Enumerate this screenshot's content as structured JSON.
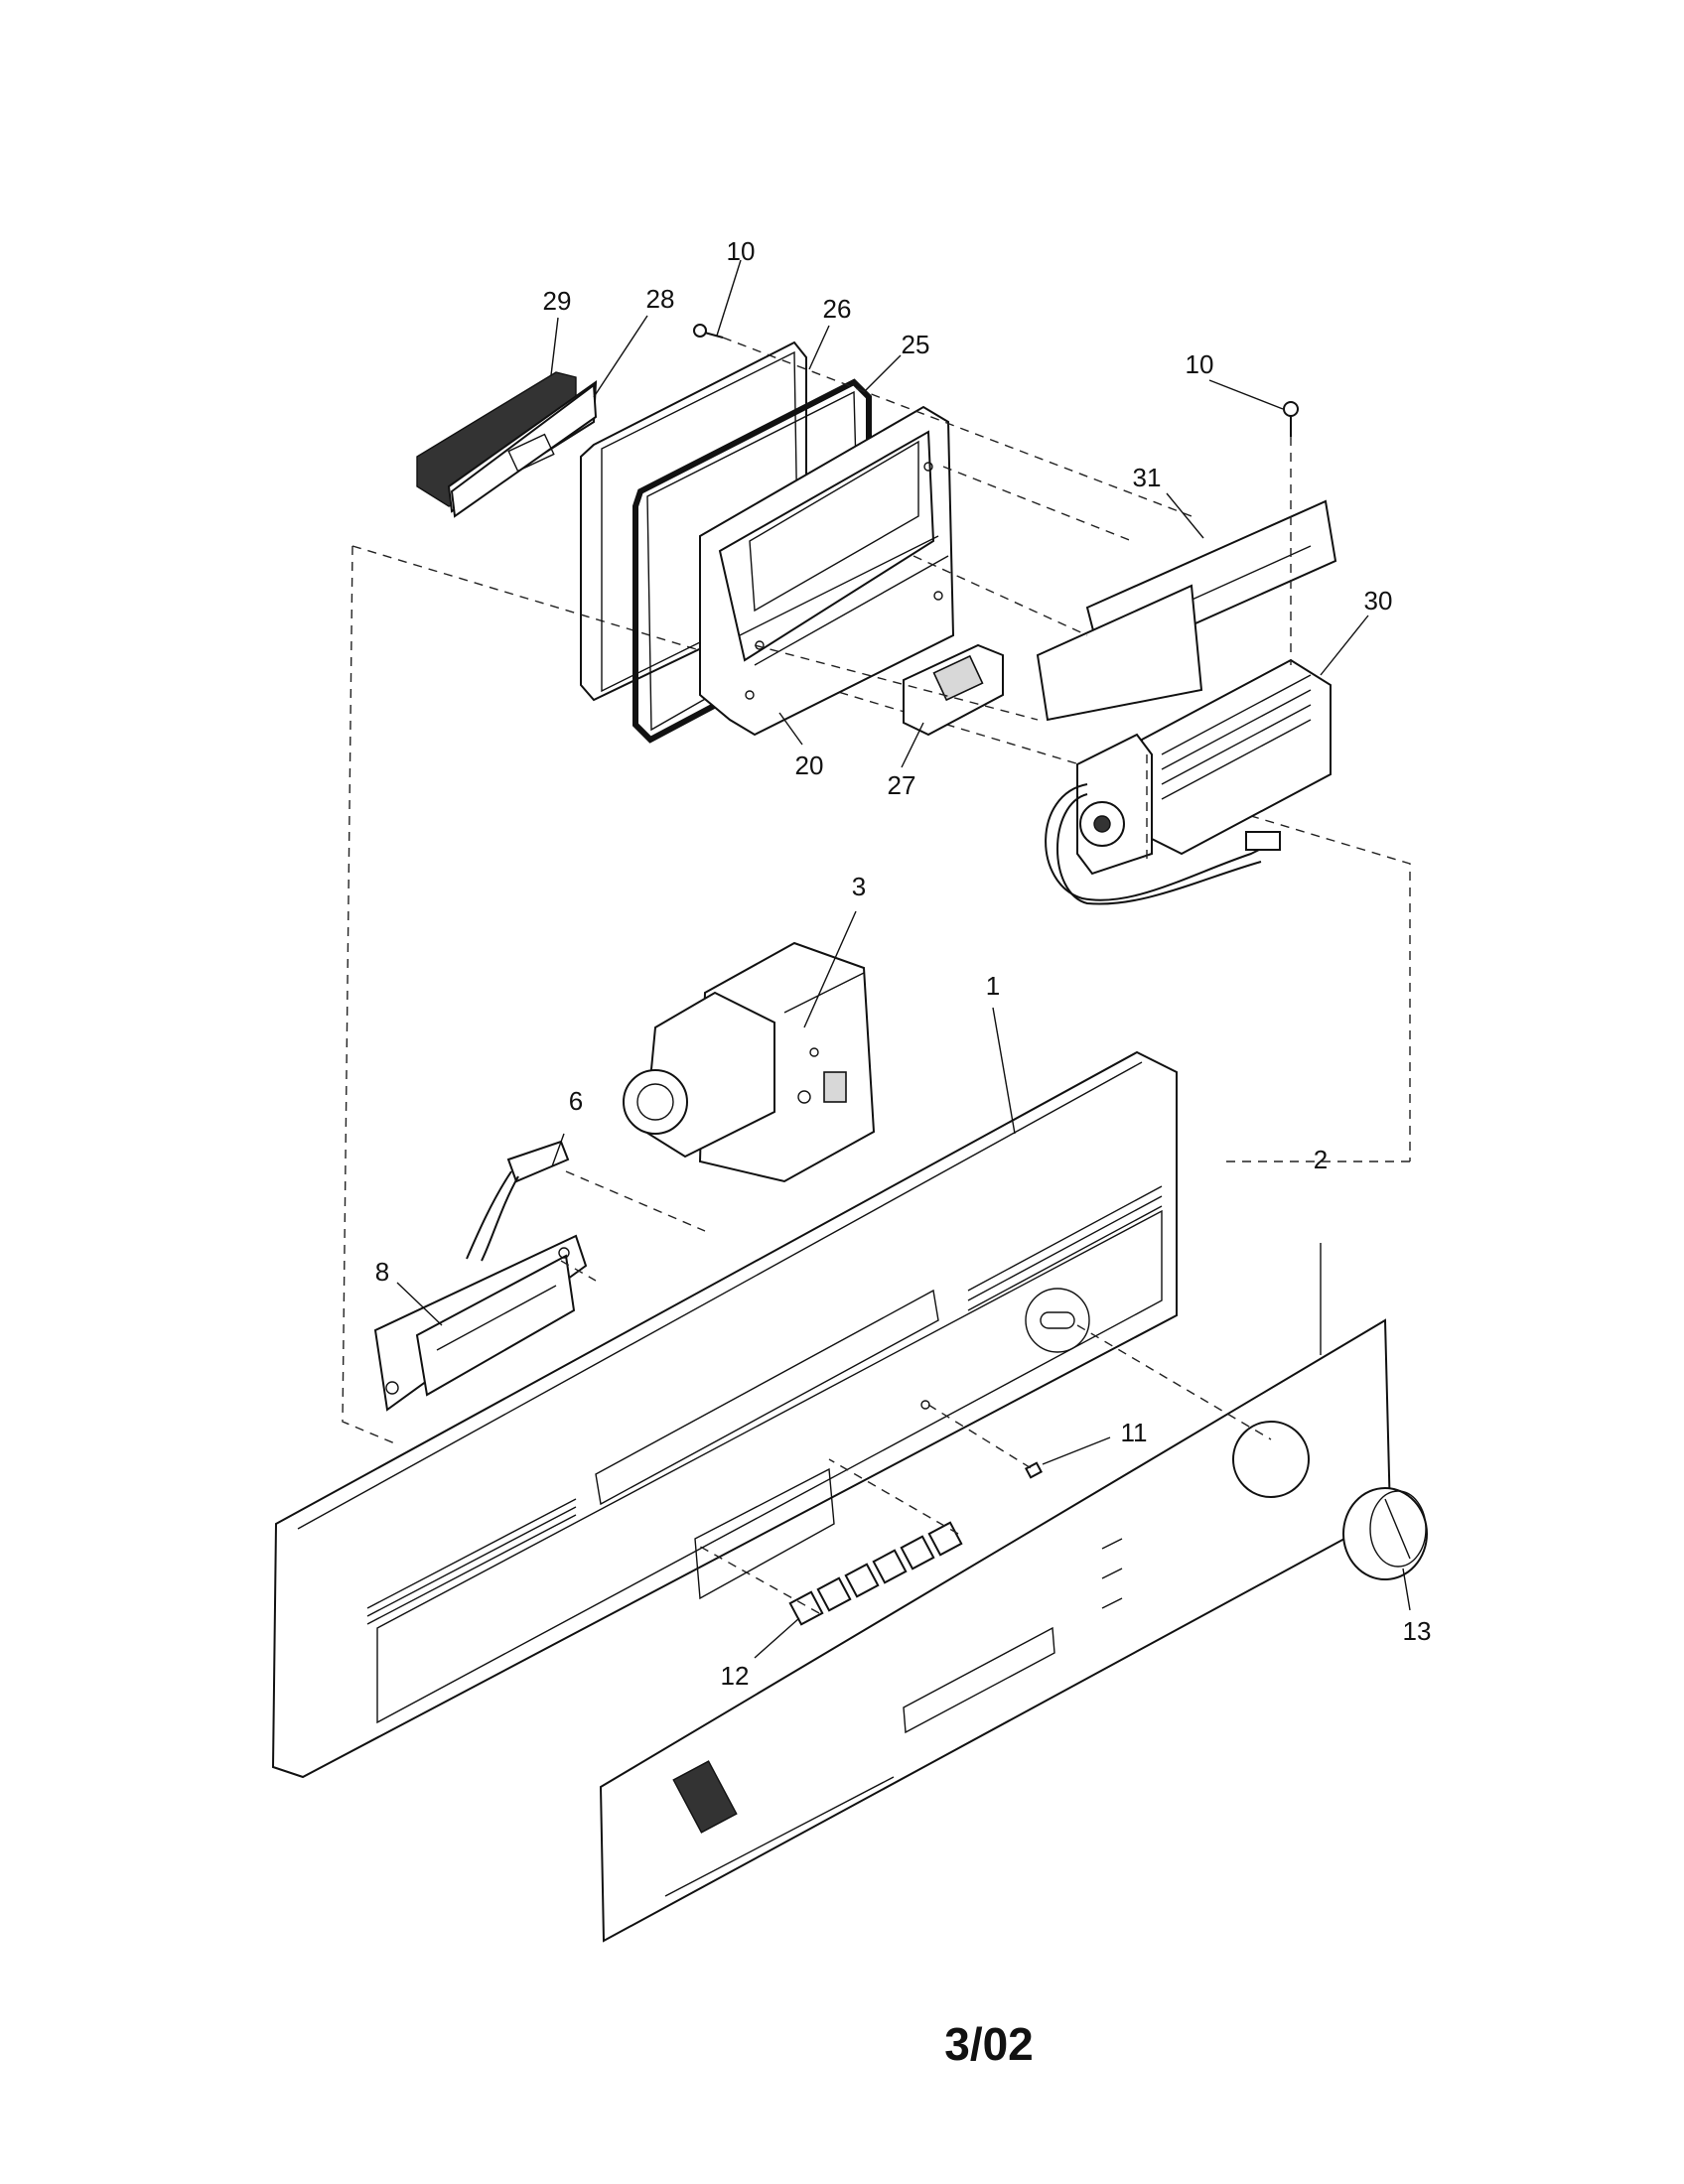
{
  "diagram": {
    "callouts": [
      {
        "id": "29",
        "text": "29"
      },
      {
        "id": "28",
        "text": "28"
      },
      {
        "id": "10a",
        "text": "10"
      },
      {
        "id": "26",
        "text": "26"
      },
      {
        "id": "25",
        "text": "25"
      },
      {
        "id": "10b",
        "text": "10"
      },
      {
        "id": "31",
        "text": "31"
      },
      {
        "id": "30",
        "text": "30"
      },
      {
        "id": "20",
        "text": "20"
      },
      {
        "id": "27",
        "text": "27"
      },
      {
        "id": "3",
        "text": "3"
      },
      {
        "id": "1",
        "text": "1"
      },
      {
        "id": "6",
        "text": "6"
      },
      {
        "id": "2",
        "text": "2"
      },
      {
        "id": "8",
        "text": "8"
      },
      {
        "id": "11",
        "text": "11"
      },
      {
        "id": "13",
        "text": "13"
      },
      {
        "id": "12",
        "text": "12"
      }
    ],
    "revision_code": "3/02"
  }
}
